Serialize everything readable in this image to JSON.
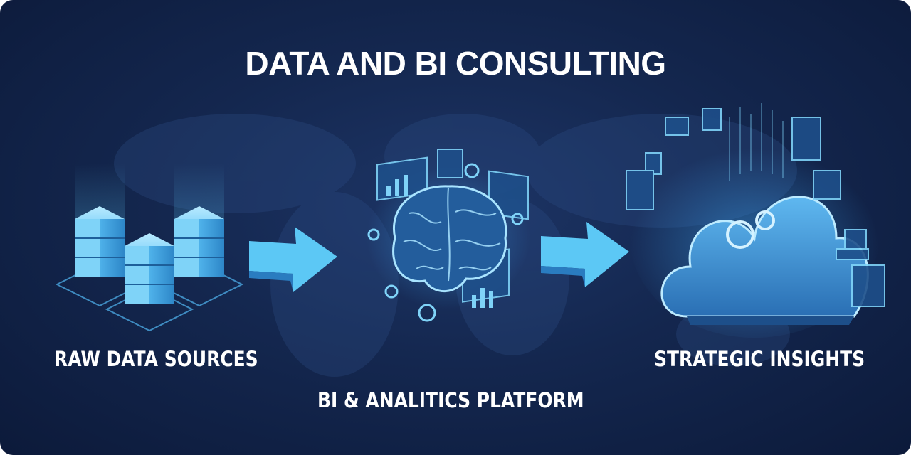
{
  "title": "DATA AND BI CONSULTING",
  "stages": [
    {
      "label": "RAW DATA SOURCES",
      "icon": "server-stack-icon"
    },
    {
      "label": "BI & ANALITICS PLATFORM",
      "icon": "brain-icon"
    },
    {
      "label": "STRATEGIC INSIGHTS",
      "icon": "cloud-icon"
    }
  ],
  "colors": {
    "background": "#14274f",
    "accent": "#5cc8f5",
    "glow": "#3fa9f5",
    "text": "#ffffff"
  }
}
